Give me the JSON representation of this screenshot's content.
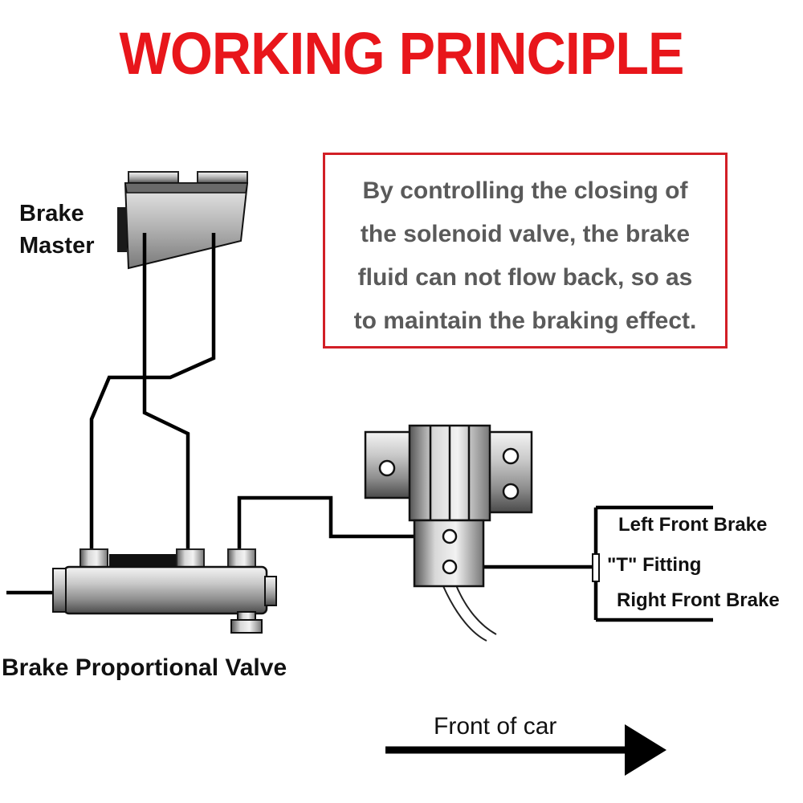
{
  "title": {
    "text": "WORKING PRINCIPLE",
    "color": "#e8161b"
  },
  "note": {
    "lines": [
      "By controlling the closing of",
      "the solenoid valve, the brake",
      "fluid can not flow back, so as",
      "to maintain the braking effect."
    ],
    "text_color": "#5a5a5a",
    "border_color": "#d21f26"
  },
  "labels": {
    "brake_master_line1": "Brake",
    "brake_master_line2": "Master",
    "brake_proportional_valve": "Brake Proportional Valve",
    "left_front_brake": "Left Front Brake",
    "t_fitting": "\"T\" Fitting",
    "right_front_brake": "Right Front Brake",
    "front_of_car": "Front of car"
  },
  "colors": {
    "line": "#000000",
    "metal_dark": "#4a4a4a",
    "metal_light": "#e8e8e8"
  }
}
